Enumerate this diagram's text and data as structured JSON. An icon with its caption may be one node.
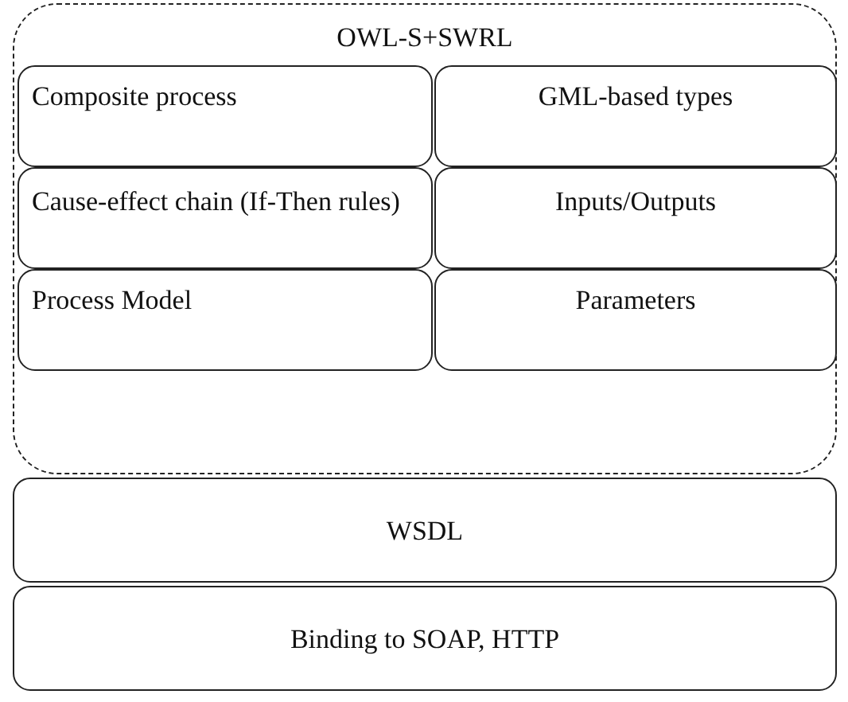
{
  "diagram": {
    "nodes": [
      {
        "text": [
          "OWL-S+SWRL"
        ]
      },
      {
        "text": [
          "Composite process"
        ],
        "in": 0
      },
      {
        "text": [
          "GML-based types"
        ],
        "in": 0
      },
      {
        "text": [
          "Cause-effect chain (If-Then rules)"
        ],
        "in": 0
      },
      {
        "text": [
          "Inputs/Outputs"
        ],
        "in": 0
      },
      {
        "text": [
          "Process Model"
        ],
        "in": 0
      },
      {
        "text": [
          "Parameters"
        ],
        "in": 0
      },
      {
        "text": [
          "WSDL"
        ]
      },
      {
        "text": [
          "Binding to SOAP, HTTP"
        ]
      }
    ]
  }
}
